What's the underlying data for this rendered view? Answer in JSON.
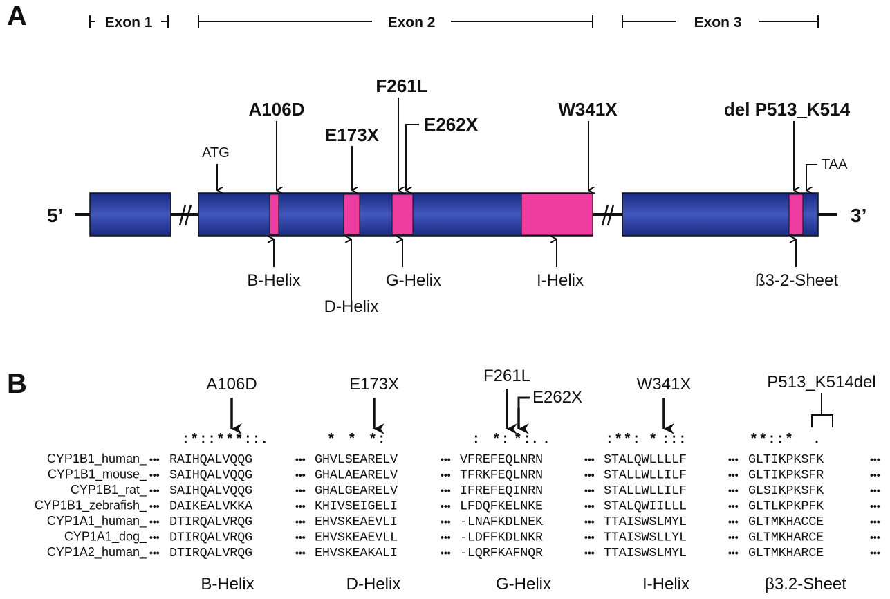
{
  "panel_a": {
    "label": "A",
    "exon_labels": [
      "Exon 1",
      "Exon 2",
      "Exon 3"
    ],
    "five_prime": "5’",
    "three_prime": "3’",
    "start_codon": "ATG",
    "stop_codon": "TAA",
    "mutations": [
      "A106D",
      "E173X",
      "F261L",
      "E262X",
      "W341X",
      "del P513_K514"
    ],
    "structures": [
      "B-Helix",
      "D-Helix",
      "G-Helix",
      "I-Helix",
      "ß3-2-Sheet"
    ],
    "colors": {
      "exon": "#1c2c86",
      "exon_light": "#3f55b8",
      "highlight": "#ee3ca0",
      "line": "#111111"
    }
  },
  "panel_b": {
    "label": "B",
    "mutations": [
      "A106D",
      "E173X",
      "F261L",
      "E262X",
      "W341X",
      "P513_K514del"
    ],
    "conservation": [
      ": * : : * * * : : .",
      "*    *    * :",
      ":    * :  * : .  .",
      ": * * :   *  : : :",
      "* * : : *      ."
    ],
    "rows": [
      {
        "species": "CYP1B1_human_",
        "segments": [
          "RAIHQALVQQG",
          "GHVLSEARELV",
          "VFREFEQLNRN",
          "STALQWLLLLF",
          "GLTIKPKSFK"
        ]
      },
      {
        "species": "CYP1B1_mouse_",
        "segments": [
          "SAIHQALVQQG",
          "GHALAEARELV",
          "TFRKFEQLNRN",
          "STALLWLLILF",
          "GLTIKPKSFR"
        ]
      },
      {
        "species": "CYP1B1_rat_",
        "segments": [
          "SAIHQALVQQG",
          "GHALGEARELV",
          "IFREFEQINRN",
          "STALLWLLILF",
          "GLSIKPKSFK"
        ]
      },
      {
        "species": "CYP1B1_zebrafish_",
        "segments": [
          "DAIKEALVKKA",
          "KHIVSEIGELI",
          "LFDQFKELNKE",
          "STALQWIILLL",
          "GLTLKPKPFK"
        ]
      },
      {
        "species": "CYP1A1_human_",
        "segments": [
          "DTIRQALVRQG",
          "EHVSKEAEVLI",
          "-LNAFKDLNEK",
          "TTAISWSLMYL",
          "GLTMKHACCE"
        ]
      },
      {
        "species": "CYP1A1_dog_",
        "segments": [
          "DTIRQALVRQG",
          "EHVSKEAEVLL",
          "-LDFFKDLNKR",
          "TTAISWSLLYL",
          "GLTMKHARCE"
        ]
      },
      {
        "species": "CYP1A2_human_",
        "segments": [
          "DTIRQALVRQG",
          "EHVSKEAKALI",
          "-LQRFKAFNQR",
          "TTAISWSLMYL",
          "GLTMKHARCE"
        ]
      }
    ],
    "ellipsis": "•••",
    "regions": [
      "B-Helix",
      "D-Helix",
      "G-Helix",
      "I-Helix",
      "β3.2-Sheet"
    ]
  }
}
